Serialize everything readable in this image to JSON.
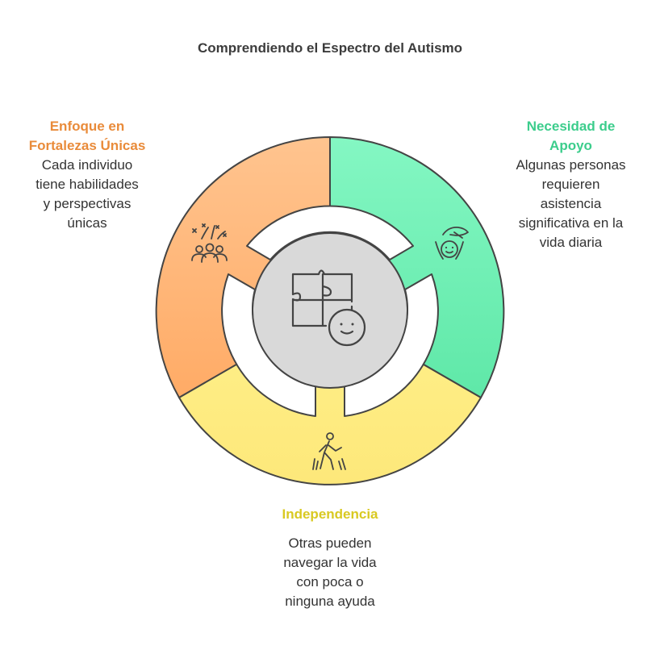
{
  "title": "Comprendiendo el Espectro del Autismo",
  "segments": [
    {
      "id": "strengths",
      "heading": [
        "Enfoque en",
        "Fortalezas Únicas"
      ],
      "description": [
        "Cada individuo",
        "tiene habilidades",
        "y perspectivas",
        "únicas"
      ],
      "color": "#ffbe8a",
      "icon": "crowd-people-icon"
    },
    {
      "id": "support",
      "heading": [
        "Necesidad de",
        "Apoyo"
      ],
      "description": [
        "Algunas personas",
        "requieren",
        "asistencia",
        "significativa en la",
        "vida diaria"
      ],
      "color": "#82f5c0",
      "icon": "hand-holding-child-icon"
    },
    {
      "id": "independence",
      "heading": [
        "Independencia"
      ],
      "description": [
        "Otras pueden",
        "navegar la vida",
        "con poca o",
        "ninguna ayuda"
      ],
      "color": "#fdee85",
      "icon": "walking-person-icon"
    }
  ],
  "center": {
    "color": "#d9d9d9",
    "icon": "puzzle-child-icon"
  }
}
